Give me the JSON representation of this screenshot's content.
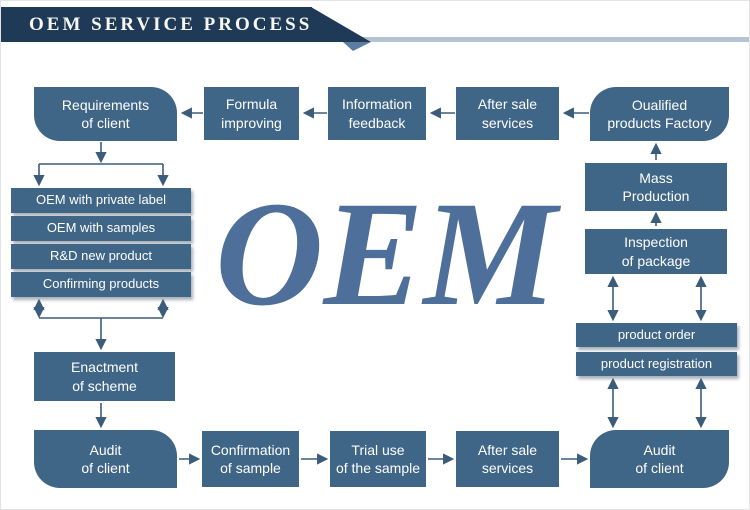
{
  "header": {
    "title": "OEM SERVICE PROCESS"
  },
  "watermark": "OEM",
  "flow": {
    "top_row": {
      "requirements": "Requirements\nof client",
      "formula": "Formula\nimproving",
      "feedback": "Information\nfeedback",
      "after_sale": "After sale\nservices",
      "factory": "Oualified\nproducts Factory"
    },
    "options": {
      "private_label": "OEM with private label",
      "samples": "OEM with samples",
      "rd": "R&D new product",
      "confirming": "Confirming products"
    },
    "left": {
      "enactment": "Enactment\nof scheme"
    },
    "bottom_row": {
      "audit_left": "Audit\nof  client",
      "confirmation": "Confirmation\nof sample",
      "trial": "Trial use\nof the sample",
      "after_sale": "After sale\nservices",
      "audit_right": "Audit\nof client"
    },
    "right": {
      "mass_production": "Mass\nProduction",
      "inspection": "Inspection\nof package",
      "order": "product order",
      "registration": "product registration"
    }
  },
  "colors": {
    "header_navy": "#1f3a57",
    "ribbon_line": "#b5c4d4",
    "ribbon_fold": "#5a7da1",
    "box_blue": "#3f6587",
    "watermark_blue": "#4d6f9a",
    "arrow": "#3c5c7c"
  }
}
